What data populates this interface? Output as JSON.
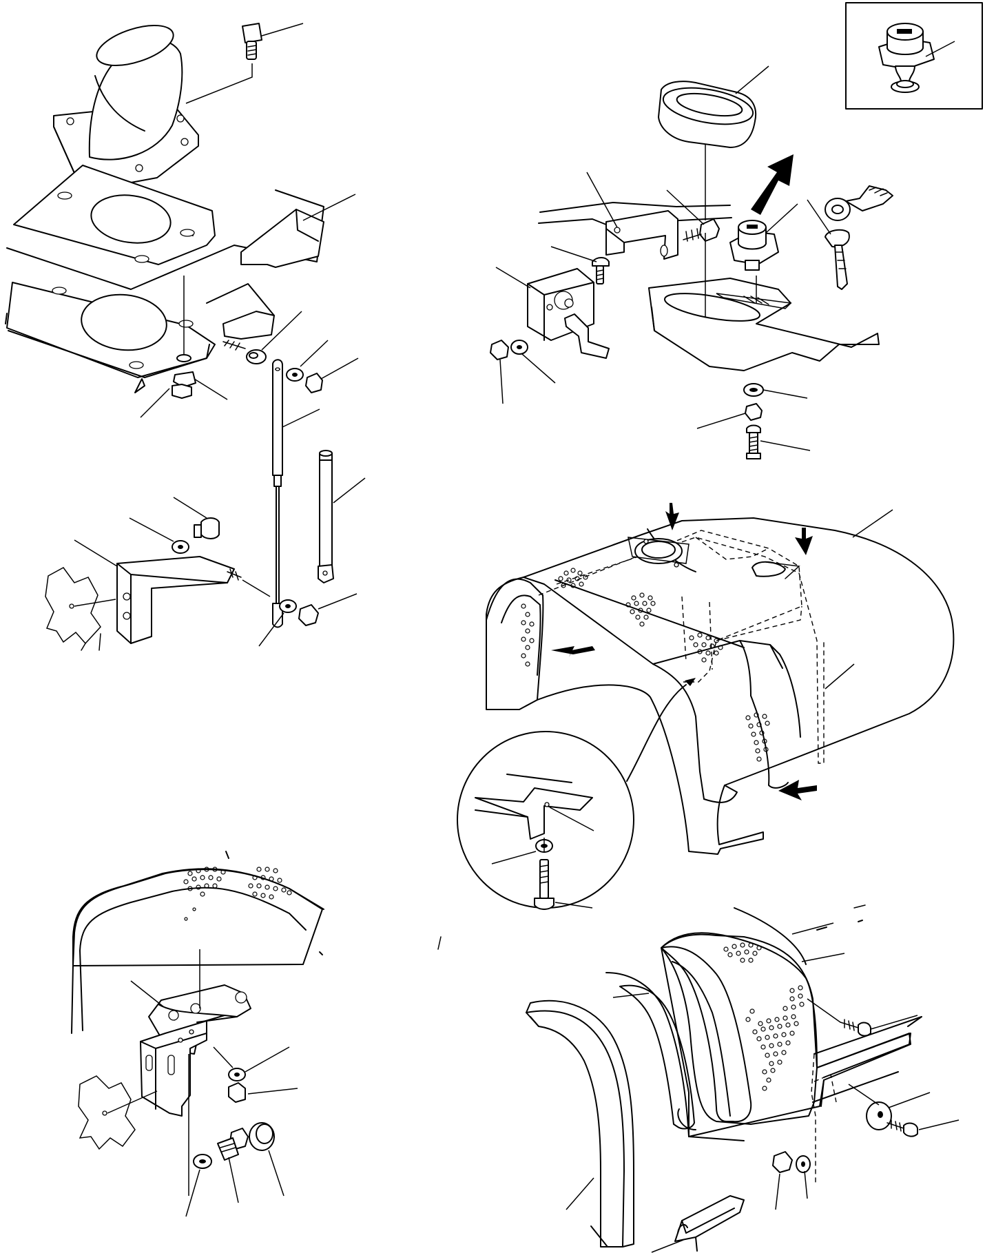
{
  "drawing": {
    "colors": {
      "line": "#000000",
      "paper": "#ffffff"
    },
    "views": [
      {
        "name": "exhaust-flange-and-gas-strut-assembly"
      },
      {
        "name": "hood-lock-and-key-assembly"
      },
      {
        "name": "lock-cylinder-inset"
      },
      {
        "name": "engine-hood-shell"
      },
      {
        "name": "hood-hinge-bracket"
      },
      {
        "name": "side-panel-and-seal"
      },
      {
        "name": "detail-circle-screw-fixing"
      }
    ]
  }
}
